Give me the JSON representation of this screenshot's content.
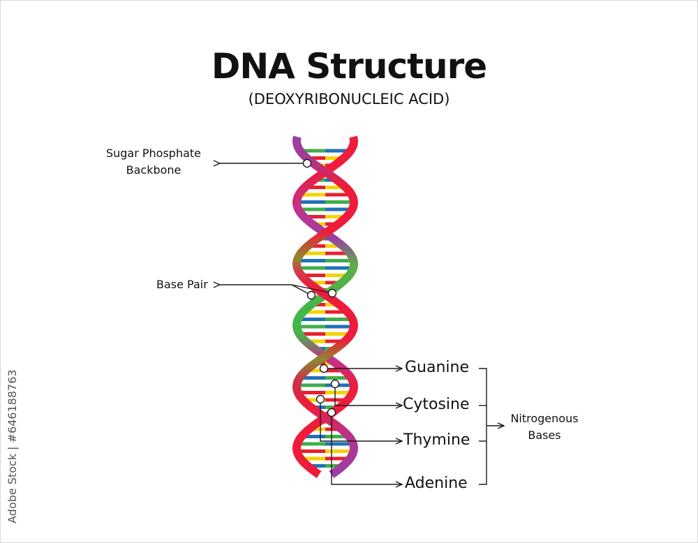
{
  "title": "DNA Structure",
  "subtitle": "(DEOXYRIBONUCLEIC ACID)",
  "labels": {
    "backbone_line1": "Sugar Phosphate",
    "backbone_line2": "Backbone",
    "base_pair": "Base Pair",
    "guanine": "Guanine",
    "cytosine": "Cytosine",
    "thymine": "Thymine",
    "adenine": "Adenine",
    "nitrogenous_line1": "Nitrogenous",
    "nitrogenous_line2": "Bases"
  },
  "watermark": "Adobe Stock | #646188763",
  "colors": {
    "strand_purple": "#9b3fa5",
    "strand_red": "#ee1c3a",
    "strand_magenta": "#c0328f",
    "strand_green": "#44b649",
    "strand_olive": "#8c8a2e",
    "base_green": "#3fae49",
    "base_blue": "#2072b8",
    "base_yellow": "#f5d200",
    "base_red": "#e8202e",
    "annotation": "#1a1a1a"
  }
}
